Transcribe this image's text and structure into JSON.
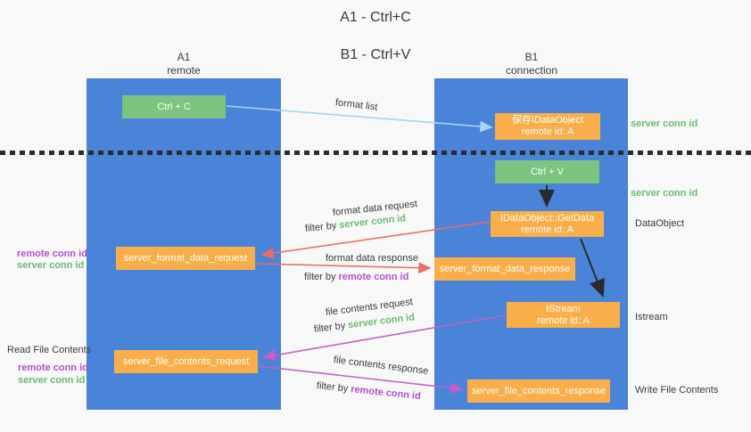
{
  "title": {
    "line1": "A1 - Ctrl+C",
    "line2": "B1 - Ctrl+V"
  },
  "lifelines": {
    "a1": {
      "name": "A1",
      "role": "remote"
    },
    "b1": {
      "name": "B1",
      "role": "connection"
    }
  },
  "nodes": {
    "ctrl_c": {
      "label": "Ctrl + C"
    },
    "ctrl_v": {
      "label": "Ctrl + V"
    },
    "save_idataobject": {
      "line1": "保存IDataObject",
      "line2": "remote id: A"
    },
    "getdata": {
      "line1": "IDataObject::GetData",
      "line2": "remote id: A"
    },
    "istream": {
      "line1": "IStream",
      "line2": "remote id: A"
    },
    "format_request": {
      "label": "server_format_data_request"
    },
    "format_response": {
      "label": "server_format_data_response"
    },
    "file_request": {
      "label": "server_file_contents_request"
    },
    "file_response": {
      "label": "server_file_contents_response"
    }
  },
  "edge_labels": {
    "format_list": "format list",
    "format_data_request": "format data request",
    "format_data_response": "format data response",
    "file_contents_request": "file contents request",
    "file_contents_response": "file contents response",
    "filter_by": "filter by",
    "server_conn_id": "server conn id",
    "remote_conn_id": "remote conn id"
  },
  "annotations": {
    "server_conn_id": "server conn id",
    "remote_conn_id": "remote conn id",
    "dataobject": "DataObject",
    "istream": "Istream",
    "read_file_contents": "Read File Contents",
    "write_file_contents": "Write File Contents"
  },
  "colors": {
    "background": "#f8f8f8",
    "lifeline_blue": "#4a84d9",
    "node_green": "#7cc47f",
    "node_orange": "#f9ae49",
    "arrow_light_blue": "#a9d3ee",
    "arrow_red": "#ed6b63",
    "arrow_magenta": "#c45fc8",
    "arrow_black": "#2b2b2b",
    "text_green": "#67bd6b",
    "text_purple": "#b44fd0",
    "text_dark": "#3b3b3b"
  }
}
